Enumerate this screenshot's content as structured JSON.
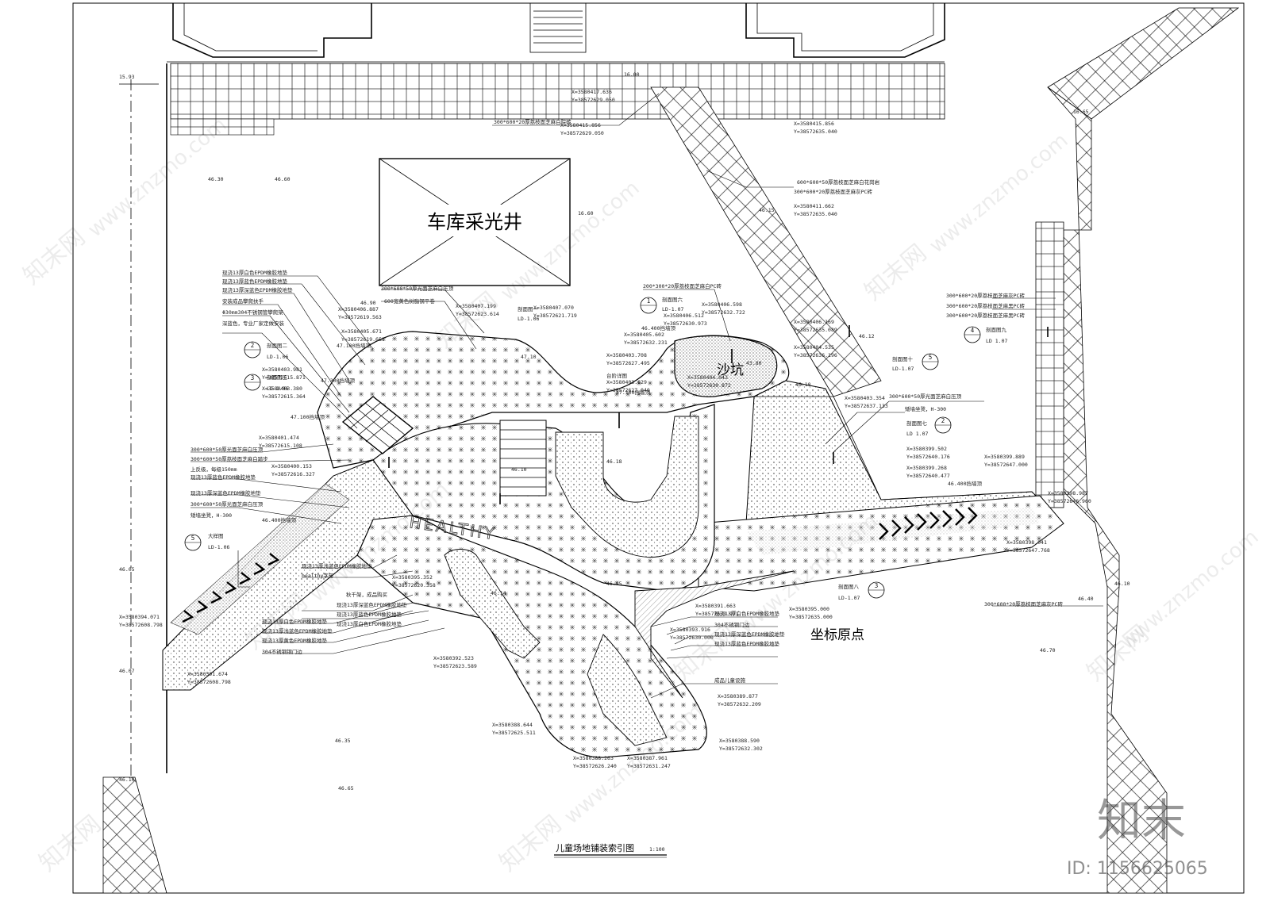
{
  "drawing": {
    "title": "儿童场地铺装索引图",
    "scale": "1:100",
    "skylight_label": "车库采光井",
    "sandpit_label": "沙坑",
    "origin_label": "坐标原点",
    "healthy_text": "HEALTHY",
    "watermark_site": "www.znzmo.com",
    "watermark_brand": "知末网",
    "corner_logo": "知末",
    "corner_id": "ID: 1156625065"
  },
  "elevations": [
    {
      "id": "e1",
      "text": "15.93"
    },
    {
      "id": "e2",
      "text": "16.00"
    },
    {
      "id": "e3",
      "text": "46.30"
    },
    {
      "id": "e4",
      "text": "46.60"
    },
    {
      "id": "e5",
      "text": "16.60"
    },
    {
      "id": "e6",
      "text": "46.15"
    },
    {
      "id": "e7",
      "text": "16.65"
    },
    {
      "id": "e8",
      "text": "46.90"
    },
    {
      "id": "e9",
      "text": "47.10"
    },
    {
      "id": "e10",
      "text": "46.12"
    },
    {
      "id": "e11",
      "text": "43.80"
    },
    {
      "id": "e12",
      "text": "46.10"
    },
    {
      "id": "e13",
      "text": "46.10"
    },
    {
      "id": "e14",
      "text": "46.05"
    },
    {
      "id": "e15",
      "text": "46.07"
    },
    {
      "id": "e16",
      "text": "46.35"
    },
    {
      "id": "e17",
      "text": "46.65"
    },
    {
      "id": "e18",
      "text": "46.10"
    },
    {
      "id": "e19",
      "text": "46.40"
    },
    {
      "id": "e20",
      "text": "46.70"
    },
    {
      "id": "e21",
      "text": "46.15"
    },
    {
      "id": "e22",
      "text": "46.14"
    },
    {
      "id": "e23",
      "text": "46.10"
    },
    {
      "id": "e24",
      "text": "46.18"
    }
  ],
  "material_notes": [
    {
      "id": "m1",
      "text": "300*600*20厚荔枝面芝麻白院砖"
    },
    {
      "id": "m2",
      "text": "600*600*50厚荔枝面芝麻白花岗岩"
    },
    {
      "id": "m3",
      "text": "300*600*20厚荔枝面芝麻灰PC砖"
    },
    {
      "id": "m4",
      "text": "300*600*20厚荔枝面芝麻黑PC砖"
    },
    {
      "id": "m5",
      "text": "300*600*50厚光面芝麻白压顶"
    },
    {
      "id": "m6",
      "text": "600宽黄色树脂钢平卷"
    },
    {
      "id": "m7",
      "text": "200*300*20厚荔枝面芝麻白PC砖"
    },
    {
      "id": "m8",
      "text": "现浇13厚白色EPDM橡胶地垫"
    },
    {
      "id": "m9",
      "text": "现浇13厚蓝色EPDM橡胶地垫"
    },
    {
      "id": "m10",
      "text": "现浇13厚深蓝色EPDM橡胶地垫"
    },
    {
      "id": "m11",
      "text": "安装成品攀爬扶手"
    },
    {
      "id": "m12",
      "text": "Φ30mm304不锈钢管攀爬架"
    },
    {
      "id": "m13",
      "text": "深蓝色，专业厂家定做安装"
    },
    {
      "id": "m14",
      "text": "300*600*50厚光面芝麻白压顶"
    },
    {
      "id": "m15",
      "text": "300*600*50厚荔枝面芝麻白踏步"
    },
    {
      "id": "m16",
      "text": "上反级，每级150mm"
    },
    {
      "id": "m17",
      "text": "现浇13厚蓝色EPDM橡胶地垫"
    },
    {
      "id": "m18",
      "text": "现浇13厚深蓝色EPDM橡胶地垫"
    },
    {
      "id": "m19",
      "text": "300*600*50厚光面芝麻白压顶"
    },
    {
      "id": "m20",
      "text": "矮墙坐凳，H-300"
    },
    {
      "id": "m21",
      "text": "现浇13厚浅蓝色EPDM橡胶地垫"
    },
    {
      "id": "m22",
      "text": "healthy字母"
    },
    {
      "id": "m23",
      "text": "秋千架，成品购买"
    },
    {
      "id": "m24",
      "text": "现浇13厚深蓝色EPDM橡胶地垫"
    },
    {
      "id": "m25",
      "text": "现浇13厚蓝色EPDM橡胶地垫"
    },
    {
      "id": "m26",
      "text": "现浇13厚白色EPDM橡胶地垫"
    },
    {
      "id": "m27",
      "text": "现浇13厚白色EPDM橡胶地垫"
    },
    {
      "id": "m28",
      "text": "现浇13厚浅蓝色EPDM橡胶地垫"
    },
    {
      "id": "m29",
      "text": "现浇13厚黄色EPDM橡胶地垫"
    },
    {
      "id": "m30",
      "text": "304不锈钢钢门边"
    },
    {
      "id": "m31",
      "text": "现浇13厚白色EPDM橡胶地垫"
    },
    {
      "id": "m32",
      "text": "304不锈钢门边"
    },
    {
      "id": "m33",
      "text": "现浇13厚深蓝色EPDM橡胶地垫"
    },
    {
      "id": "m34",
      "text": "现浇13厚蓝色EPDM橡胶地垫"
    },
    {
      "id": "m35",
      "text": "成品儿童设施"
    },
    {
      "id": "m36",
      "text": "300*600*50厚光面芝麻白压顶"
    },
    {
      "id": "m37",
      "text": "矮墙坐凳，H-300"
    },
    {
      "id": "m38",
      "text": "300*600*20厚荔枝面芝麻灰PC砖"
    },
    {
      "id": "m39",
      "text": "300*600*20厚荔枝面芝麻黑PC砖"
    },
    {
      "id": "m40",
      "text": "300*600*20厚荔枝面芝麻灰PC砖"
    },
    {
      "id": "m41",
      "text": "台阶详图"
    },
    {
      "id": "m42",
      "text": "47.300挡墙顶"
    },
    {
      "id": "m43",
      "text": "47.100挡墙顶"
    },
    {
      "id": "m44",
      "text": "46.400挡墙顶"
    },
    {
      "id": "m45",
      "text": "46.400挡墙顶"
    },
    {
      "id": "m46",
      "text": "47.100挡墙顶"
    },
    {
      "id": "m47",
      "text": "46.400挡墙顶"
    },
    {
      "id": "m48",
      "text": "47.100挡墙顶"
    }
  ],
  "coordinates": [
    {
      "id": "c1",
      "x": "X=3580417.636",
      "y": "Y=38572629.050"
    },
    {
      "id": "c2",
      "x": "X=3580415.856",
      "y": "Y=38572629.050"
    },
    {
      "id": "c3",
      "x": "X=3580415.856",
      "y": "Y=38572635.040"
    },
    {
      "id": "c4",
      "x": "X=3580411.662",
      "y": "Y=38572635.040"
    },
    {
      "id": "c5",
      "x": "X=3580407.199",
      "y": "Y=38572623.614"
    },
    {
      "id": "c6",
      "x": "X=3580406.887",
      "y": "Y=38572619.563"
    },
    {
      "id": "c7",
      "x": "X=3580407.070",
      "y": "Y=38572621.719"
    },
    {
      "id": "c8",
      "x": "X=3580406.512",
      "y": "Y=38572630.973"
    },
    {
      "id": "c9",
      "x": "X=3580406.598",
      "y": "Y=38572632.722"
    },
    {
      "id": "c10",
      "x": "X=3580406.169",
      "y": "Y=38572635.089"
    },
    {
      "id": "c11",
      "x": "X=3580405.671",
      "y": "Y=38572619.651"
    },
    {
      "id": "c12",
      "x": "X=3580405.602",
      "y": "Y=38572632.231"
    },
    {
      "id": "c13",
      "x": "X=3580404.535",
      "y": "Y=38572636.196"
    },
    {
      "id": "c14",
      "x": "X=3580403.981",
      "y": "Y=38572615.871"
    },
    {
      "id": "c15",
      "x": "X=3580403.380",
      "y": "Y=38572615.364"
    },
    {
      "id": "c16",
      "x": "X=3580403.708",
      "y": "Y=38572627.495"
    },
    {
      "id": "c17",
      "x": "X=3580403.629",
      "y": "Y=38572627.040"
    },
    {
      "id": "c18",
      "x": "X=3580404.043",
      "y": "Y=38572630.872"
    },
    {
      "id": "c19",
      "x": "X=3580403.354",
      "y": "Y=38572637.133"
    },
    {
      "id": "c20",
      "x": "X=3580401.474",
      "y": "Y=38572615.108"
    },
    {
      "id": "c21",
      "x": "X=3580400.153",
      "y": "Y=38572616.327"
    },
    {
      "id": "c22",
      "x": "X=3580399.502",
      "y": "Y=38572640.176"
    },
    {
      "id": "c23",
      "x": "X=3580399.268",
      "y": "Y=38572640.477"
    },
    {
      "id": "c24",
      "x": "X=3580399.889",
      "y": "Y=38572647.000"
    },
    {
      "id": "c25",
      "x": "X=3580398.987",
      "y": "Y=38572646.960"
    },
    {
      "id": "c26",
      "x": "X=3580398.041",
      "y": "Y=38572647.768"
    },
    {
      "id": "c27",
      "x": "X=3580394.071",
      "y": "Y=38572608.798"
    },
    {
      "id": "c28",
      "x": "X=3580391.674",
      "y": "Y=38572608.798"
    },
    {
      "id": "c29",
      "x": "X=3580395.352",
      "y": "Y=38572620.358"
    },
    {
      "id": "c30",
      "x": "X=3580395.000",
      "y": "Y=38572635.000"
    },
    {
      "id": "c31",
      "x": "X=3580392.523",
      "y": "Y=38572623.589"
    },
    {
      "id": "c32",
      "x": "X=3580391.663",
      "y": "Y=38572631.971"
    },
    {
      "id": "c33",
      "x": "X=3580393.916",
      "y": "Y=38572630.000"
    },
    {
      "id": "c34",
      "x": "X=3580389.877",
      "y": "Y=38572632.209"
    },
    {
      "id": "c35",
      "x": "X=3580388.644",
      "y": "Y=38572625.511"
    },
    {
      "id": "c36",
      "x": "X=3580388.263",
      "y": "Y=38572626.240"
    },
    {
      "id": "c37",
      "x": "X=3580387.961",
      "y": "Y=38572631.247"
    },
    {
      "id": "c38",
      "x": "X=3580388.590",
      "y": "Y=38572632.302"
    }
  ],
  "callouts": [
    {
      "id": "s2",
      "num": "2",
      "ref": "LD-1.06",
      "label": "剖面图二"
    },
    {
      "id": "s3",
      "num": "3",
      "ref": "LD-1.06",
      "label": "剖面图三"
    },
    {
      "id": "s5",
      "num": "5",
      "ref": "LD-1.06",
      "label": "大样图"
    },
    {
      "id": "s1",
      "num": "1",
      "ref": "LD-1.06",
      "label": "剖面图一"
    },
    {
      "id": "s6",
      "num": "1",
      "ref": "LD-1.07",
      "label": "剖面图六"
    },
    {
      "id": "s4",
      "num": "4",
      "ref": "LD 1.07",
      "label": "剖面图九"
    },
    {
      "id": "s7",
      "num": "2",
      "ref": "LD 1.07",
      "label": "剖面图七"
    },
    {
      "id": "s8",
      "num": "3",
      "ref": "LD-1.07",
      "label": "剖面图八"
    },
    {
      "id": "s9",
      "num": "5",
      "ref": "LD-1.07",
      "label": "剖面图十"
    }
  ]
}
